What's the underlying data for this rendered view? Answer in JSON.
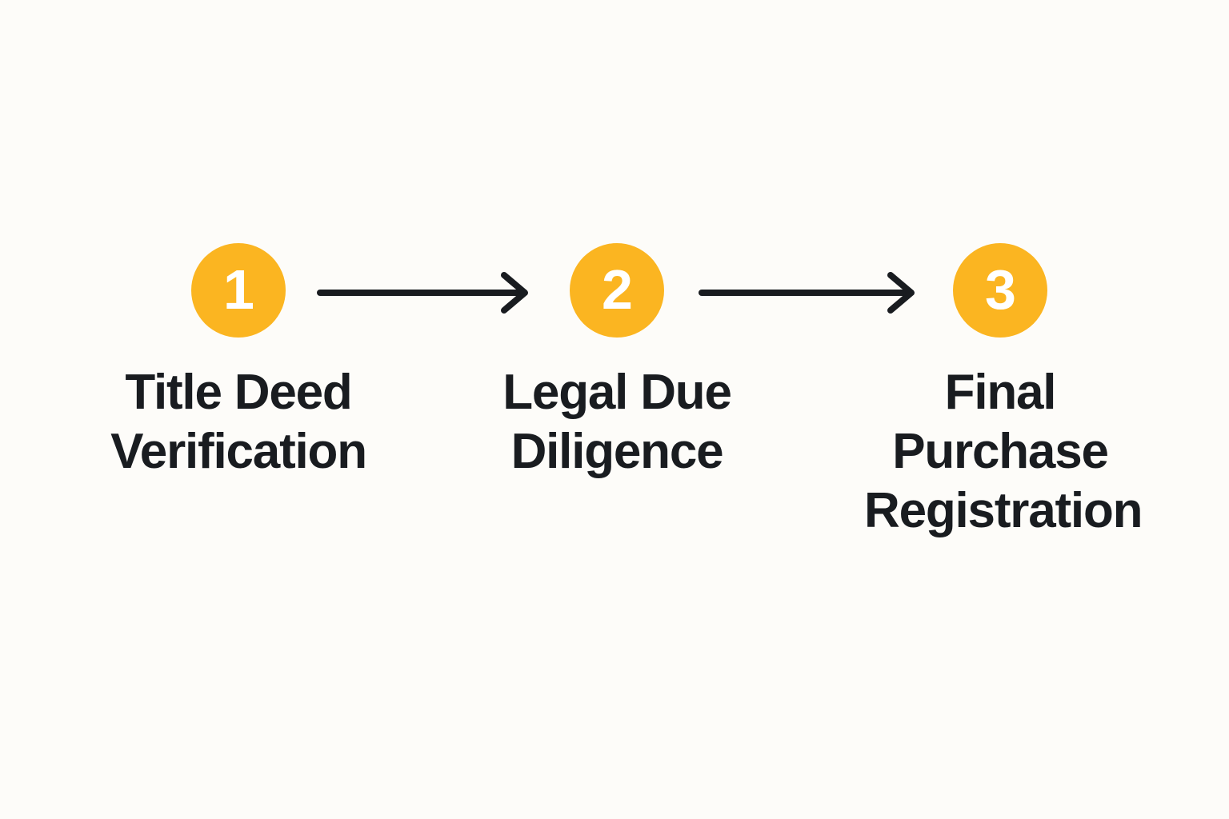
{
  "diagram": {
    "type": "horizontal-process-flow",
    "background_color": "#FDFCF9",
    "accent_color": "#FBB521",
    "text_color": "#191C20",
    "number_color": "#FFFFFF",
    "arrow_color": "#191C20",
    "steps": [
      {
        "number": "1",
        "label": "Title Deed\nVerification"
      },
      {
        "number": "2",
        "label": "Legal Due\nDiligence"
      },
      {
        "number": "3",
        "label": "Final\nPurchase\nRegistration"
      }
    ],
    "connectors": [
      {
        "name": "arrow-step1-to-step2",
        "glyph": "arrow-right-icon"
      },
      {
        "name": "arrow-step2-to-step3",
        "glyph": "arrow-right-icon"
      }
    ]
  }
}
